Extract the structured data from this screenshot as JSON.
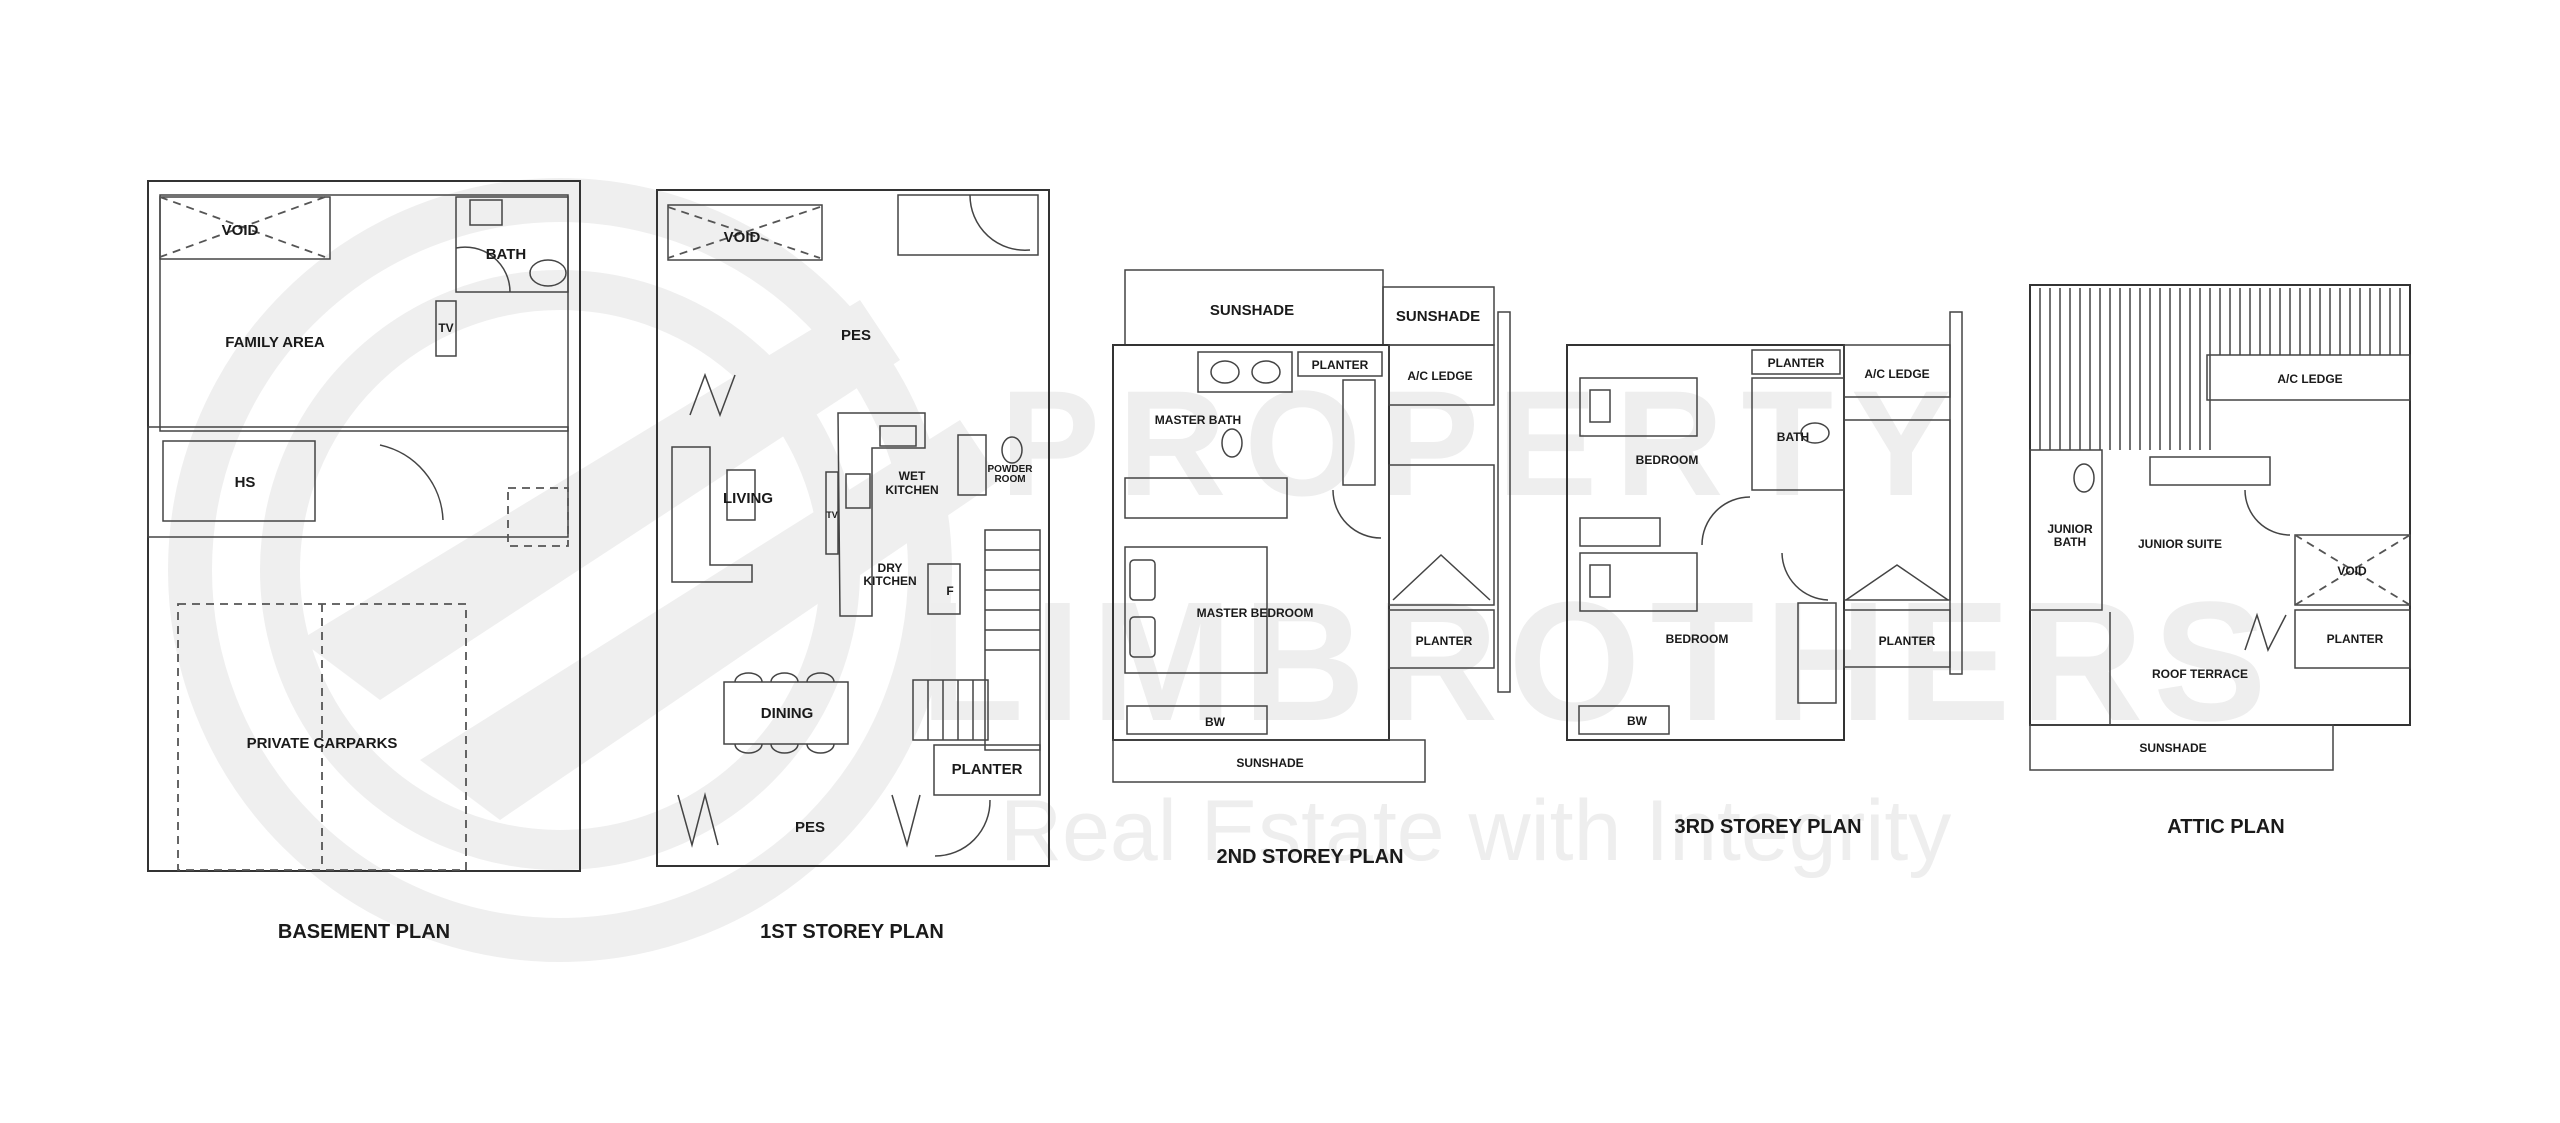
{
  "watermark": {
    "line1": "PROPERTY",
    "line2": "LIMBROTHERS",
    "tagline": "Real Estate with Integrity",
    "color": "#eeeeee"
  },
  "plans": {
    "basement": {
      "title": "BASEMENT PLAN",
      "rooms": {
        "void": "VOID",
        "bath": "BATH",
        "family_area": "FAMILY AREA",
        "hs": "HS",
        "tv": "TV",
        "private_carparks": "PRIVATE CARPARKS"
      }
    },
    "first_storey": {
      "title": "1ST STOREY PLAN",
      "rooms": {
        "void": "VOID",
        "pes_top": "PES",
        "living": "LIVING",
        "tv": "TV",
        "wet_kitchen_1": "WET",
        "wet_kitchen_2": "KITCHEN",
        "powder_room_1": "POWDER",
        "powder_room_2": "ROOM",
        "dry_kitchen_1": "DRY",
        "dry_kitchen_2": "KITCHEN",
        "fridge": "F",
        "dining": "DINING",
        "planter": "PLANTER",
        "pes_bottom": "PES"
      }
    },
    "second_storey": {
      "title": "2ND STOREY PLAN",
      "rooms": {
        "sunshade_top_left": "SUNSHADE",
        "sunshade_top_right": "SUNSHADE",
        "planter_top": "PLANTER",
        "ac_ledge": "A/C LEDGE",
        "master_bath": "MASTER BATH",
        "master_bedroom": "MASTER BEDROOM",
        "planter_right": "PLANTER",
        "bw": "BW",
        "sunshade_bottom": "SUNSHADE"
      }
    },
    "third_storey": {
      "title": "3RD STOREY PLAN",
      "rooms": {
        "planter_top": "PLANTER",
        "ac_ledge": "A/C LEDGE",
        "bedroom_top": "BEDROOM",
        "bath": "BATH",
        "bedroom_bottom": "BEDROOM",
        "planter_right": "PLANTER",
        "bw": "BW"
      }
    },
    "attic": {
      "title": "ATTIC PLAN",
      "rooms": {
        "ac_ledge": "A/C LEDGE",
        "junior_bath_1": "JUNIOR",
        "junior_bath_2": "BATH",
        "junior_suite": "JUNIOR SUITE",
        "void": "VOID",
        "planter": "PLANTER",
        "roof_terrace": "ROOF TERRACE",
        "sunshade": "SUNSHADE"
      }
    }
  }
}
